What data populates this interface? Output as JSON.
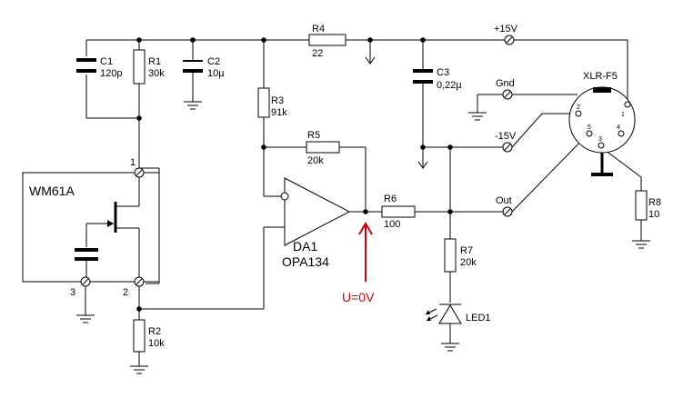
{
  "components": {
    "c1": {
      "ref": "C1",
      "value": "120p"
    },
    "r1": {
      "ref": "R1",
      "value": "30k"
    },
    "c2": {
      "ref": "C2",
      "value": "10µ"
    },
    "r3": {
      "ref": "R3",
      "value": "91k"
    },
    "r4": {
      "ref": "R4",
      "value": "22"
    },
    "r5": {
      "ref": "R5",
      "value": "20k"
    },
    "c3": {
      "ref": "C3",
      "value": "0,22µ"
    },
    "r6": {
      "ref": "R6",
      "value": "100"
    },
    "r7": {
      "ref": "R7",
      "value": "20k"
    },
    "r2": {
      "ref": "R2",
      "value": "10k"
    },
    "r8": {
      "ref": "R8",
      "value": "10"
    },
    "led1": {
      "ref": "LED1"
    },
    "da1": {
      "ref": "DA1",
      "value": "OPA134"
    },
    "mic": {
      "ref": "WM61A",
      "pins": [
        "1",
        "2",
        "3"
      ]
    },
    "xlr": {
      "ref": "XLR-F5",
      "pins": [
        "1",
        "2",
        "3",
        "4",
        "5"
      ]
    }
  },
  "terminals": {
    "plus15": "+15V",
    "gnd": "Gnd",
    "minus15": "-15V",
    "out": "Out"
  },
  "annotation": {
    "text": "U=0V",
    "color": "#d00000"
  }
}
